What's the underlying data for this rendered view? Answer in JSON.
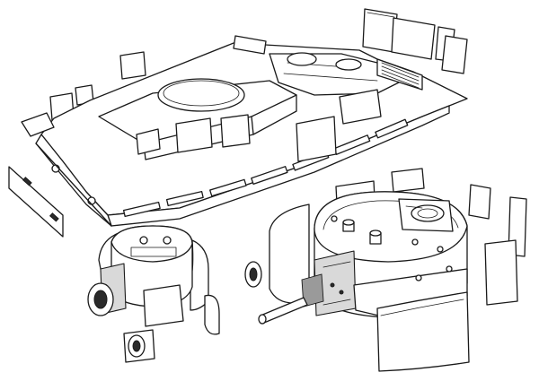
{
  "figure": {
    "parts": [
      {
        "name": "hull"
      },
      {
        "name": "small-turret"
      },
      {
        "name": "large-turret"
      }
    ]
  },
  "colors": {
    "ink": "#1a1a1a",
    "paper": "#ffffff",
    "shade": "#d9d9d9"
  }
}
